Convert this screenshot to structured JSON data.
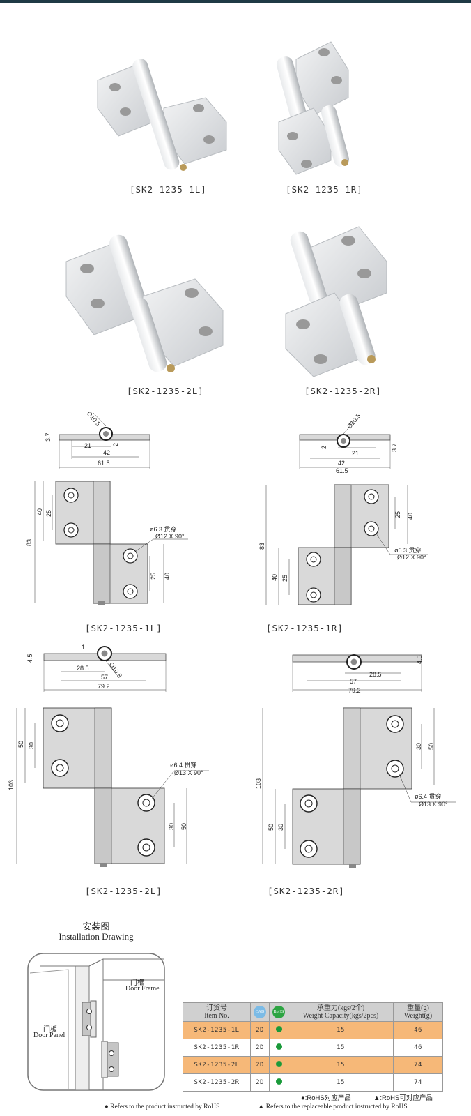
{
  "photos": [
    {
      "caption": "[SK2-1235-1L]"
    },
    {
      "caption": "[SK2-1235-1R]"
    },
    {
      "caption": "[SK2-1235-2L]"
    },
    {
      "caption": "[SK2-1235-2R]"
    }
  ],
  "drawings": {
    "d1L": {
      "caption": "[SK2-1235-1L]",
      "dia": "Ø10.5",
      "t": "3.7",
      "w21": "21",
      "w42": "42",
      "w615": "61.5",
      "g": "2",
      "h83": "83",
      "h40a": "40",
      "h25a": "25",
      "h25b": "25",
      "h40b": "40",
      "hole1": "ø6.3 贯穿",
      "hole2": "Ø12 X 90°"
    },
    "d1R": {
      "caption": "[SK2-1235-1R]",
      "dia": "Ø10.5",
      "t": "3.7",
      "w21": "21",
      "w42": "42",
      "w615": "61.5",
      "g": "2",
      "h83": "83",
      "h40a": "40",
      "h25a": "25",
      "h25b": "25",
      "h40b": "40",
      "hole1": "ø6.3 贯穿",
      "hole2": "Ø12 X 90°"
    },
    "d2L": {
      "caption": "[SK2-1235-2L]",
      "dia": "Ø10.8",
      "t": "4.5",
      "w285": "28.5",
      "w57": "57",
      "w792": "79.2",
      "g": "1",
      "h103": "103",
      "h50a": "50",
      "h30a": "30",
      "h30b": "30",
      "h50b": "50",
      "hole1": "ø6.4 贯穿",
      "hole2": "Ø13 X 90°"
    },
    "d2R": {
      "caption": "[SK2-1235-2R]",
      "t": "4.5",
      "w285": "28.5",
      "w57": "57",
      "w792": "79.2",
      "h103": "103",
      "h50a": "50",
      "h30a": "30",
      "h30b": "30",
      "h50b": "50",
      "hole1": "ø6.4 贯穿",
      "hole2": "Ø13 X 90°"
    }
  },
  "installation": {
    "title_cn": "安装图",
    "title_en": "Installation Drawing",
    "door_frame_cn": "门框",
    "door_frame_en": "Door Frame",
    "door_panel_cn": "门板",
    "door_panel_en": "Door Panel"
  },
  "table": {
    "headers": {
      "item_cn": "订货号",
      "item_en": "Item No.",
      "cad": "CAD",
      "rohs": "RoHS",
      "weight_cap_cn": "承重力(kgs/2个)",
      "weight_cap_en": "Weight Capacity(kgs/2pcs)",
      "weight_cn": "重量(g)",
      "weight_en": "Weight(g)"
    },
    "rows": [
      {
        "item": "SK2-1235-1L",
        "cad": "2D",
        "capacity": "15",
        "weight": "46"
      },
      {
        "item": "SK2-1235-1R",
        "cad": "2D",
        "capacity": "15",
        "weight": "46"
      },
      {
        "item": "SK2-1235-2L",
        "cad": "2D",
        "capacity": "15",
        "weight": "74"
      },
      {
        "item": "SK2-1235-2R",
        "cad": "2D",
        "capacity": "15",
        "weight": "74"
      }
    ]
  },
  "legend": {
    "cn_dot": "●:RoHS对应产品",
    "cn_tri": "▲:RoHS可对应产品",
    "en_dot": "● Refers to the product instructed by RoHS",
    "en_tri": "▲ Refers to the replaceable product instructed by RoHS"
  },
  "colors": {
    "header_bar": "#1f3a45",
    "row_highlight": "#f6b878",
    "rohs_green": "#1a9a3a",
    "part_fill": "#d9d9d9"
  }
}
